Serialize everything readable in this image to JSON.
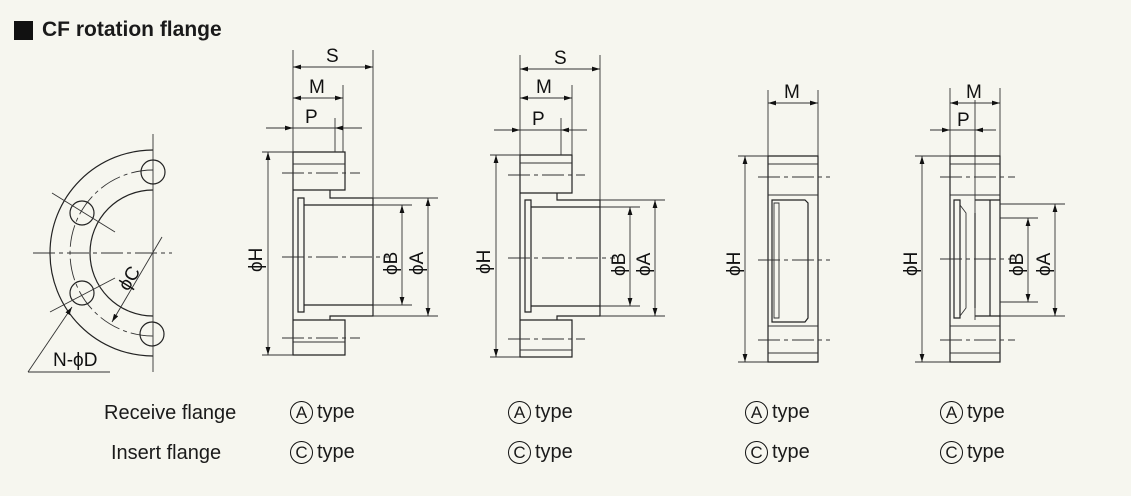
{
  "title": "CF rotation flange",
  "dims": {
    "S": "S",
    "M": "M",
    "P": "P",
    "H": "ϕH",
    "B": "ϕB",
    "A": "ϕA",
    "C": "ϕC",
    "ND": "N-ϕD"
  },
  "rows": {
    "receive": "Receive flange",
    "insert": "Insert flange"
  },
  "types": [
    {
      "receive": "A",
      "insert": "C",
      "word": "type"
    },
    {
      "receive": "A",
      "insert": "C",
      "word": "type"
    },
    {
      "receive": "A",
      "insert": "C",
      "word": "type"
    },
    {
      "receive": "A",
      "insert": "C",
      "word": "type"
    }
  ]
}
